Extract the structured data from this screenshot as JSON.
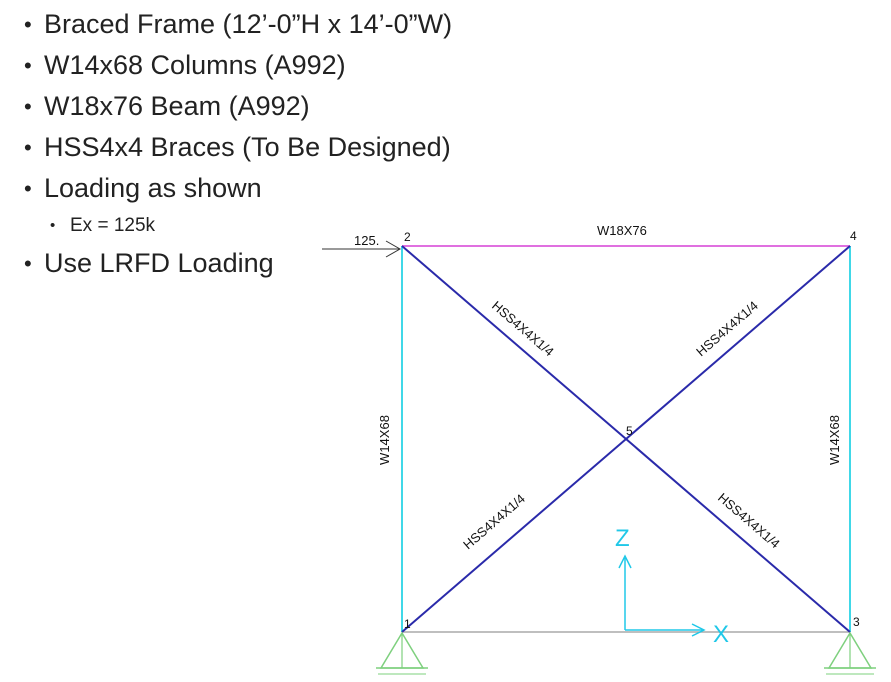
{
  "bullets": [
    {
      "text": "Braced Frame (12’-0”H x 14’-0”W)"
    },
    {
      "text": "W14x68 Columns (A992)"
    },
    {
      "text": "W18x76 Beam (A992)"
    },
    {
      "text": "HSS4x4 Braces (To Be Designed)"
    },
    {
      "text": "Loading as shown"
    },
    {
      "text": "Ex = 125k"
    },
    {
      "text": "Use LRFD Loading"
    }
  ],
  "diagram": {
    "load_label": "125.",
    "nodes": [
      "1",
      "2",
      "3",
      "4",
      "5"
    ],
    "beam_label": "W18X76",
    "left_column_label": "W14X68",
    "right_column_label": "W14X68",
    "brace_labels": [
      "HSS4X4X1/4",
      "HSS4X4X1/4",
      "HSS4X4X1/4",
      "HSS4X4X1/4"
    ],
    "axis_z": "Z",
    "axis_x": "X",
    "colors": {
      "beam": "#e070e0",
      "column": "#40d8e8",
      "brace": "#2a2aaa",
      "axis": "#20c8e8",
      "support": "#7ed07e",
      "ground": "#aaaaaa"
    }
  }
}
